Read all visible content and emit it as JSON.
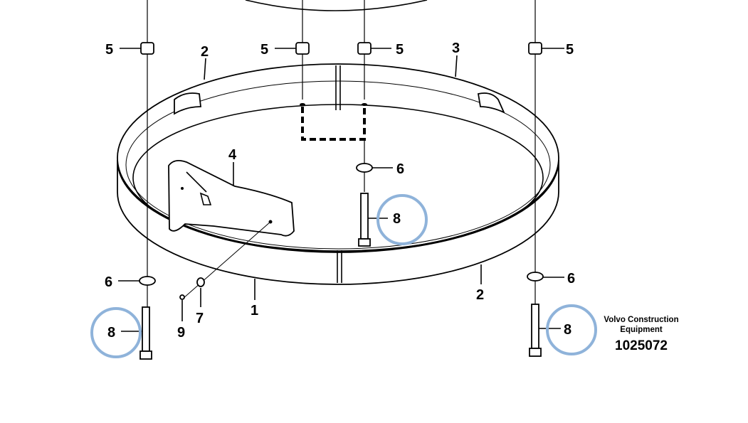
{
  "diagram": {
    "callouts": {
      "c1": "1",
      "c2a": "2",
      "c2b": "2",
      "c3": "3",
      "c4": "4",
      "c5a": "5",
      "c5b": "5",
      "c5c": "5",
      "c5d": "5",
      "c6a": "6",
      "c6b": "6",
      "c6c": "6",
      "c7": "7",
      "c8a": "8",
      "c8b": "8",
      "c8c": "8",
      "c9": "9"
    },
    "highlight_color": "#8fb3da",
    "brand_line1": "Volvo Construction",
    "brand_line2": "Equipment",
    "drawing_number": "1025072"
  }
}
